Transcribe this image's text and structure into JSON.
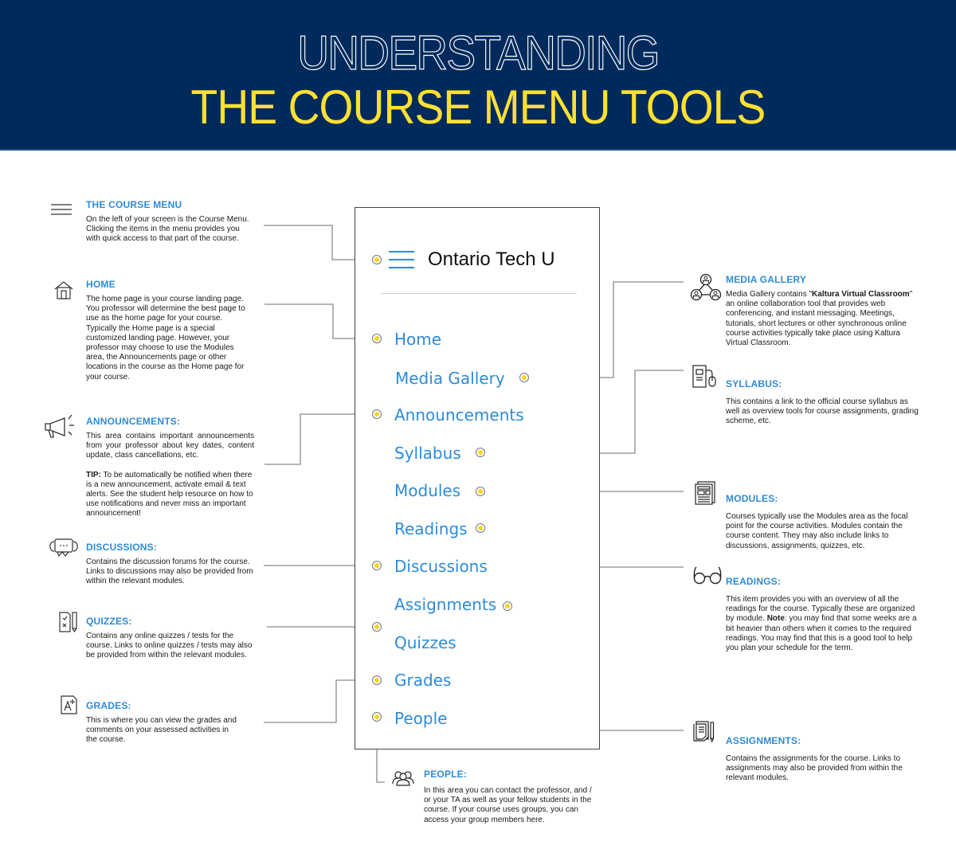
{
  "header": {
    "title_line1": "UNDERSTANDING",
    "title_line2": "THE COURSE MENU TOOLS",
    "background": "#002A5C",
    "accent": "#FFE033"
  },
  "phone": {
    "brand": "Ontario Tech U",
    "menu_icon": "hamburger-icon",
    "items": [
      {
        "label": "Home"
      },
      {
        "label": "Media Gallery"
      },
      {
        "label": "Announcements"
      },
      {
        "label": "Syllabus"
      },
      {
        "label": "Modules"
      },
      {
        "label": "Readings"
      },
      {
        "label": "Discussions"
      },
      {
        "label": "Assignments"
      },
      {
        "label": "Quizzes"
      },
      {
        "label": "Grades"
      },
      {
        "label": "People"
      }
    ],
    "link_color": "#2E8BD8",
    "dot_color": "#FFD21F"
  },
  "left": {
    "course_menu": {
      "icon": "hamburger-icon",
      "heading": "THE COURSE MENU",
      "text": "On the left of your screen is the Course Menu. Clicking the items in the menu provides you with quick access to that part of the course."
    },
    "home": {
      "icon": "house-icon",
      "heading": "HOME",
      "text": "The home page is your course landing page. You professor will determine the best page to use as the home page for your course. Typically the Home page is a special customized landing page. However, your professor may choose to use the Modules area, the Announcements page or other locations in the course as the Home page for your course."
    },
    "announcements": {
      "icon": "megaphone-icon",
      "heading": "ANNOUNCEMENTS:",
      "text": "This area contains important announcements from your professor about key dates, content update, class cancellations, etc.",
      "tip_label": "TIP:",
      "tip_text": " To be automatically be notified when there is a new announcement, activate email & text alerts. See the student help resource on how to use notifications and never miss an important announcement!"
    },
    "discussions": {
      "icon": "chat-bubbles-icon",
      "heading": "DISCUSSIONS:",
      "text": "Contains the discussion forums for the course. Links to discussions may also be provided from within the relevant modules."
    },
    "quizzes": {
      "icon": "quiz-checklist-icon",
      "heading": "QUIZZES:",
      "text": "Contains any online quizzes / tests for the course. Links to online quizzes / tests may also be provided from within the relevant modules."
    },
    "grades": {
      "icon": "grade-a-plus-icon",
      "heading": "GRADES:",
      "text": "This is where you can view the grades and comments on your assessed activities in the course."
    }
  },
  "right": {
    "media_gallery": {
      "icon": "network-users-icon",
      "heading": "MEDIA GALLERY",
      "text_before": "Media Gallery contains \"",
      "text_bold": "Kaltura Virtual Classroom",
      "text_after": "\" an online collaboration tool that provides  web conferencing, and instant messaging. Meetings, tutorials, short lectures  or  other  synchronous  online course  activities typically take place using Kaltura Virtual Classroom."
    },
    "syllabus": {
      "icon": "computer-document-icon",
      "heading": "SYLLABUS:",
      "text": "This contains a link to the official course syllabus as well as overview tools for course assignments, grading scheme, etc."
    },
    "modules": {
      "icon": "newspaper-icon",
      "heading": "MODULES:",
      "text": "Courses typically use the Modules area as the focal point for the course activities. Modules contain the course content. They may also include links to discussions, assignments, quizzes, etc."
    },
    "readings": {
      "icon": "glasses-icon",
      "heading": "READINGS:",
      "text_before": "This item provides you with an overview of all the readings for the course. Typically these are organized by module. ",
      "text_bold": "Note",
      "text_after": ": you may find that some weeks are a bit heavier than others when it comes to the required readings. You may find that this is a good tool to help you plan your schedule for the term."
    },
    "assignments": {
      "icon": "document-pencil-icon",
      "heading": "ASSIGNMENTS:",
      "text": "Contains the assignments for the course. Links to assignments may also be provided from within the relevant modules."
    }
  },
  "bottom": {
    "people": {
      "icon": "group-people-icon",
      "heading": "PEOPLE:",
      "text": "In this area you can contact the professor, and / or your TA as well as your fellow students in the course. If your course uses groups, you can access your group members here."
    }
  }
}
